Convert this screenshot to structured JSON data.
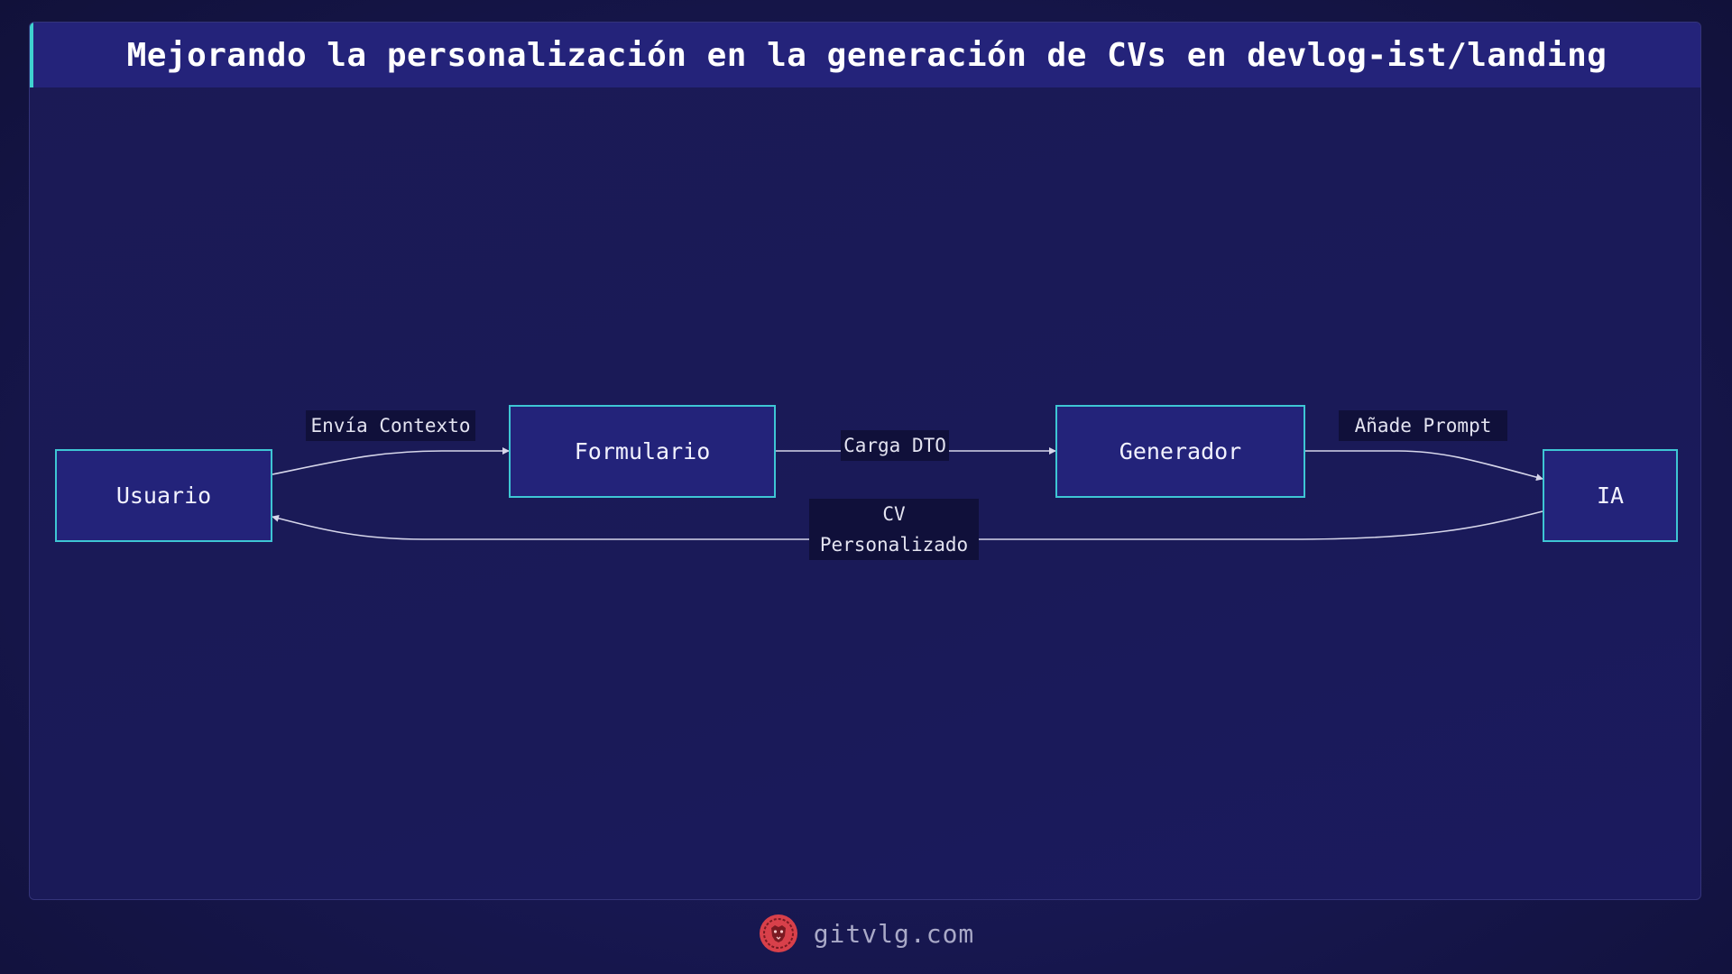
{
  "title": "Mejorando la personalización en la generación de CVs en devlog-ist/landing",
  "nodes": {
    "usuario": "Usuario",
    "formulario": "Formulario",
    "generador": "Generador",
    "ia": "IA"
  },
  "edges": {
    "usuario_formulario": "Envía Contexto",
    "formulario_generador": "Carga DTO",
    "generador_ia": "Añade Prompt",
    "ia_usuario_line1": "CV",
    "ia_usuario_line2": "Personalizado"
  },
  "footer": {
    "site": "gitvlg.com",
    "logo_icon": "lion-head-icon"
  },
  "colors": {
    "accent": "#3fd1cf",
    "node_fill": "#23237a",
    "node_border": "#3ec6d4",
    "logo": "#d8404a"
  }
}
